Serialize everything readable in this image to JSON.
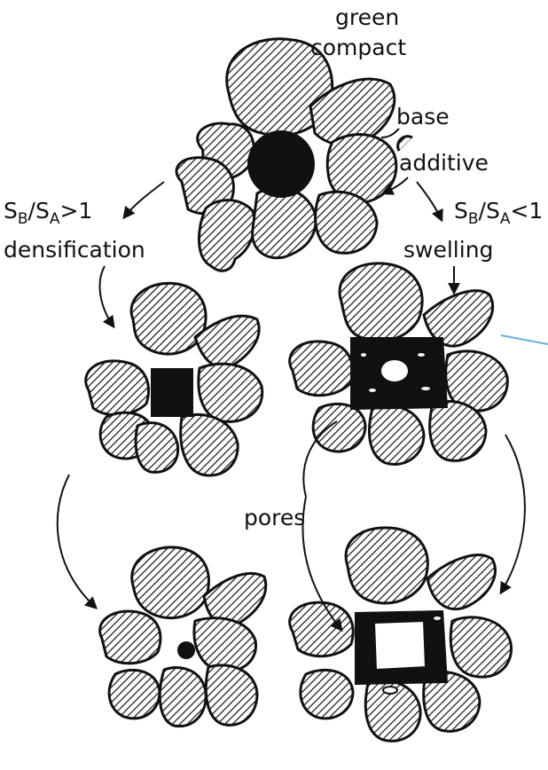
{
  "labels": {
    "green_compact_line1": "green",
    "green_compact_line2": "compact",
    "base": "base",
    "additive": "additive",
    "densification": "densification",
    "swelling": "swelling",
    "pores": "pores"
  },
  "ratios": {
    "left": {
      "s1": "S",
      "b": "B",
      "slash": "/S",
      "a": "A",
      "cmp": ">1"
    },
    "right": {
      "s1": "S",
      "b": "B",
      "slash": "/S",
      "a": "A",
      "cmp": "<1"
    }
  },
  "colors": {
    "ink": "#111111",
    "hatch_bg": "#ffffff",
    "accent_line": "#6aaed6"
  }
}
